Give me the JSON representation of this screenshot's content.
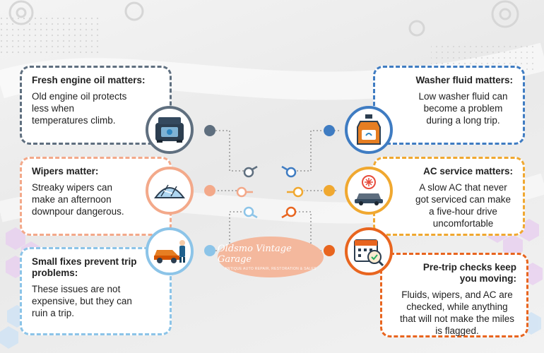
{
  "colors": {
    "slate": "#5f6f7f",
    "peach": "#f3a98a",
    "sky": "#8cc4e8",
    "blue": "#3f7cc2",
    "gold": "#f0a830",
    "orange": "#e8651f"
  },
  "logo": {
    "brand": "Oldsmo Vintage Garage",
    "tagline": "ANTIQUE AUTO REPAIR, RESTORATION & SALES"
  },
  "cards": [
    {
      "title": "Fresh engine oil matters:",
      "body": "Old engine oil protects less when temperatures climb.",
      "icon": "engine-bay-icon"
    },
    {
      "title": "Wipers matter:",
      "body": "Streaky wipers can make an afternoon downpour dangerous.",
      "icon": "windshield-icon"
    },
    {
      "title": "Small fixes prevent trip problems:",
      "body": "These issues are not expensive, but they can ruin a trip.",
      "icon": "mechanic-car-icon"
    },
    {
      "title": "Washer fluid matters:",
      "body": "Low washer fluid can become a problem during a long trip.",
      "icon": "fluid-jug-icon"
    },
    {
      "title": "AC service matters:",
      "body": "A slow AC that never got serviced can make a five-hour drive uncomfortable",
      "icon": "car-ac-icon"
    },
    {
      "title": "Pre-trip checks keep you moving:",
      "body": "Fluids, wipers, and AC are checked, while anything that will not make the miles is flagged.",
      "icon": "calendar-check-icon"
    }
  ]
}
